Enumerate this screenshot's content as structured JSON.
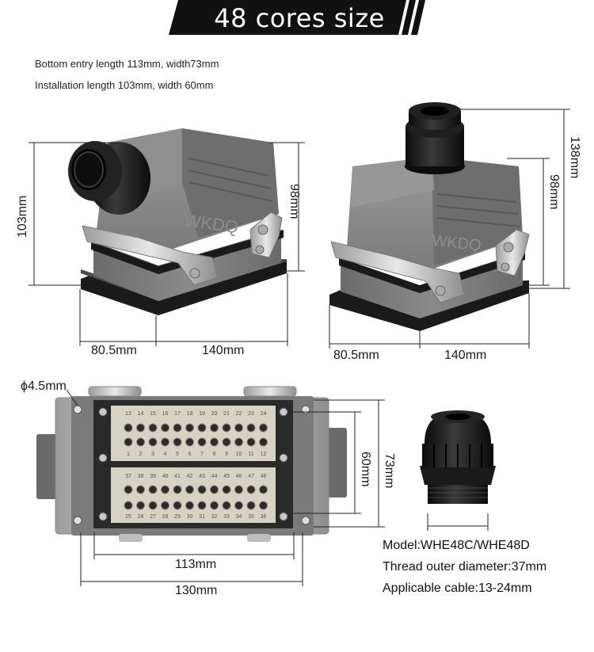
{
  "title": "48 cores size",
  "notes": {
    "bottom_entry": "Bottom entry length 113mm, width73mm",
    "installation": "Installation length  103mm, width 60mm"
  },
  "side_entry_view": {
    "height_total": "103mm",
    "height_body": "98mm",
    "width_short": "80.5mm",
    "width_long": "140mm",
    "brand": "WKDQ"
  },
  "top_entry_view": {
    "height_total": "138mm",
    "height_body": "98mm",
    "width_short": "80.5mm",
    "width_long": "140mm",
    "brand": "WKDQ"
  },
  "bottom_view": {
    "hole_diameter": "ϕ4.5mm",
    "inner_length": "113mm",
    "outer_length": "130mm",
    "inner_width": "60mm",
    "outer_width": "73mm",
    "row1_numbers": [
      "13",
      "14",
      "15",
      "16",
      "17",
      "18",
      "19",
      "20",
      "21",
      "22",
      "23",
      "24"
    ],
    "row2_numbers": [
      "1",
      "2",
      "3",
      "4",
      "5",
      "6",
      "7",
      "8",
      "9",
      "10",
      "11",
      "12"
    ],
    "row3_numbers": [
      "37",
      "38",
      "39",
      "40",
      "41",
      "42",
      "43",
      "44",
      "45",
      "46",
      "47",
      "48"
    ],
    "row4_numbers": [
      "25",
      "26",
      "27",
      "28",
      "29",
      "30",
      "31",
      "32",
      "33",
      "34",
      "35",
      "36"
    ]
  },
  "specs": {
    "model": "Model:WHE48C/WHE48D",
    "thread": "Thread outer diameter:37mm",
    "cable": "Applicable cable:13-24mm"
  },
  "colors": {
    "banner": "#111111",
    "housing": "#7c7c7c",
    "housing_dark": "#5e5e5e",
    "gland": "#151515",
    "insert": "#d8d4c6"
  }
}
